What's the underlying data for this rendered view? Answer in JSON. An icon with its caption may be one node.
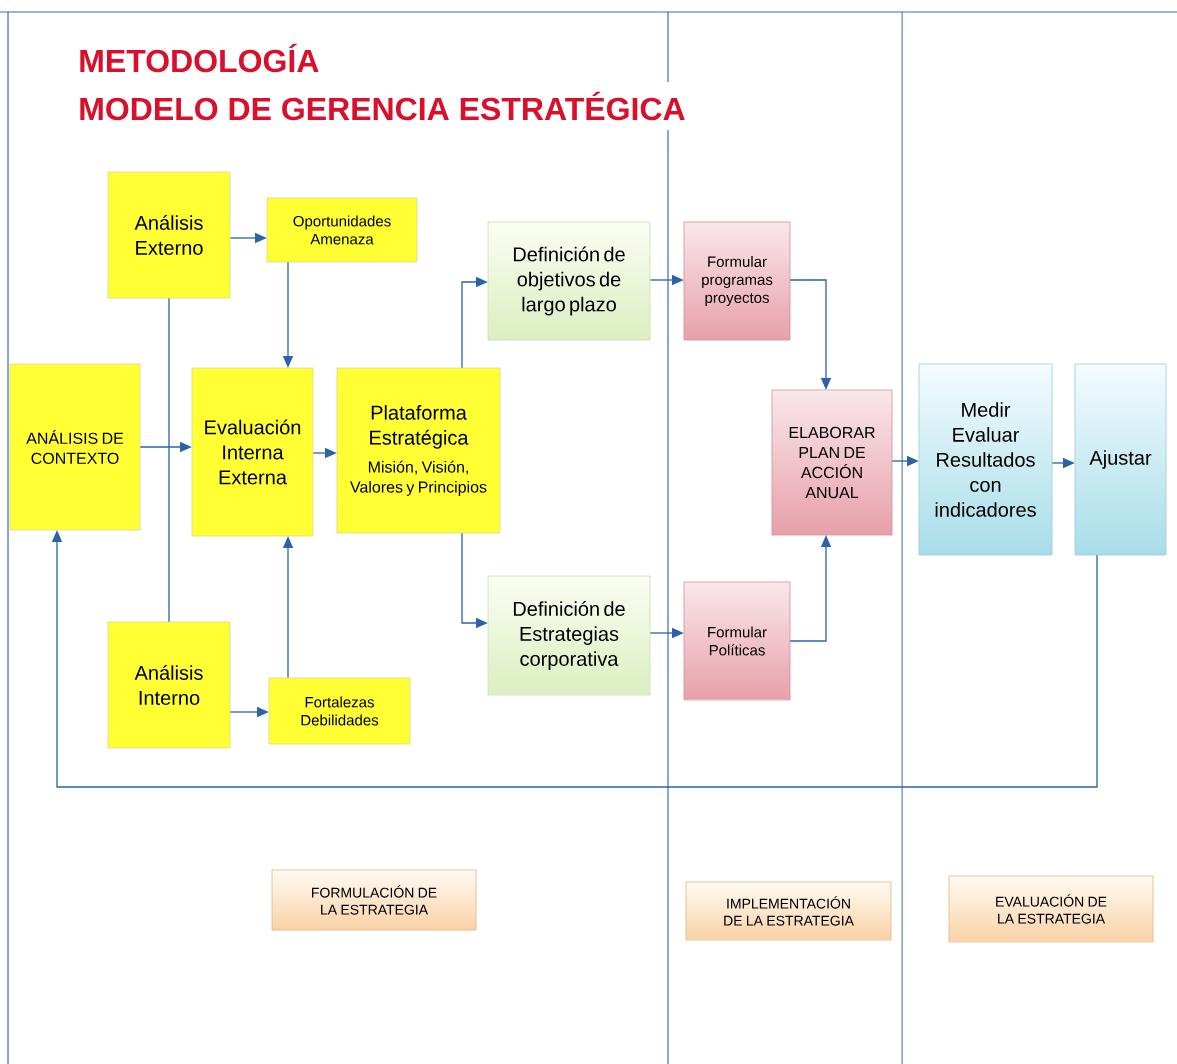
{
  "diagram": {
    "title": "METODOLOGÍA",
    "nodes": [
      {
        "text": [
          "Análisis Externo"
        ]
      },
      {
        "text": [
          "Oportunidades Amenaza"
        ]
      },
      {
        "text": [
          "ANÁLISIS DE CONTEXTO"
        ]
      },
      {
        "text": [
          "Evaluación Interna Externa"
        ]
      },
      {
        "text": [
          "Plataforma Estratégica",
          "Misión, Visión, Valores y Principios"
        ]
      },
      {
        "text": [
          "Definición de objetivos de largo plazo"
        ]
      },
      {
        "text": [
          "Definición de Estrategias corporativa"
        ]
      },
      {
        "text": [
          "Formular programas proyectos"
        ]
      },
      {
        "text": [
          "Formular Políticas"
        ]
      },
      {
        "text": [
          "ELABORAR PLAN DE ACCIÓN ANUAL"
        ]
      },
      {
        "text": [
          "Medir Evaluar Resultados con indicadores"
        ]
      },
      {
        "text": [
          "Ajustar"
        ]
      },
      {
        "text": [
          "Análisis Interno"
        ]
      },
      {
        "text": [
          "Fortalezas Debilidades"
        ]
      },
      {
        "text": [
          "FORMULACIÓN DE LA ESTRATEGIA"
        ]
      },
      {
        "text": [
          "IMPLEMENTACIÓN DE LA ESTRATEGIA"
        ]
      },
      {
        "text": [
          "EVALUACIÓN DE LA ESTRATEGIA"
        ]
      }
    ],
    "edges": [
      {
        "from": 0,
        "to": 1,
        "arrow": "to"
      },
      {
        "from": 1,
        "to": 3,
        "arrow": "to"
      },
      {
        "from": 2,
        "to": 3,
        "arrow": "to"
      },
      {
        "from": 3,
        "to": 4,
        "arrow": "to"
      },
      {
        "from": 4,
        "to": 5,
        "arrow": "to"
      },
      {
        "from": 4,
        "to": 6,
        "arrow": "to"
      },
      {
        "from": 5,
        "to": 7,
        "arrow": "to"
      },
      {
        "from": 6,
        "to": 8,
        "arrow": "to"
      },
      {
        "from": 7,
        "to": 9,
        "arrow": "to"
      },
      {
        "from": 8,
        "to": 9,
        "arrow": "to"
      },
      {
        "from": 9,
        "to": 10,
        "arrow": "to"
      },
      {
        "from": 10,
        "to": 11,
        "arrow": "to"
      },
      {
        "from": 11,
        "to": 2,
        "arrow": "to"
      },
      {
        "from": 12,
        "to": 13,
        "arrow": "to"
      },
      {
        "from": 13,
        "to": 3,
        "arrow": "to"
      },
      {
        "from": 0,
        "to": 12,
        "arrow": "none"
      }
    ],
    "labels": [
      "MODELO DE GERENCIA ESTRATÉGICA"
    ]
  }
}
